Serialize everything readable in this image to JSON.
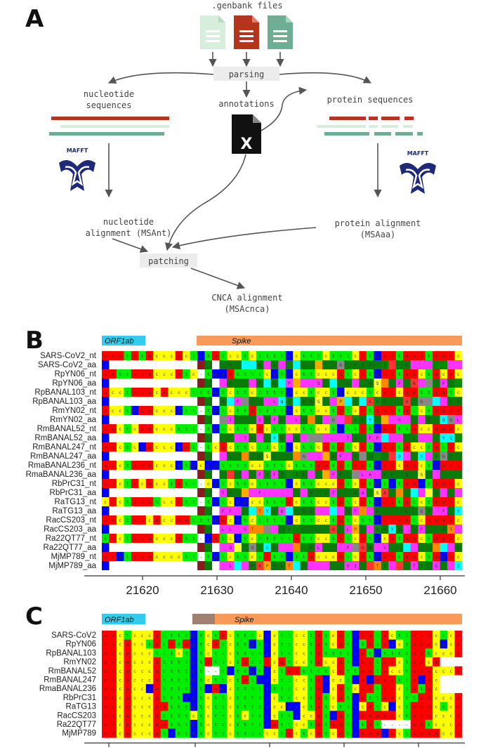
{
  "panels": {
    "a": "A",
    "b": "B",
    "c": "C"
  },
  "panel_a": {
    "genbank_label": ".genbank files",
    "parsing": "parsing",
    "nt_label": [
      "nucleotide",
      "sequences"
    ],
    "annotations": "annotations",
    "protein_label": "protein sequences",
    "mafft": "MAFFT",
    "excel_letter": "X",
    "nt_alignment": [
      "nucleotide",
      "alignment (MSAnt)"
    ],
    "protein_alignment": [
      "protein alignment",
      "(MSAaa)"
    ],
    "patching": "patching",
    "cnca": [
      "CNCA alignment",
      "(MSAcnca)"
    ],
    "colors": {
      "red": "#b5341d",
      "light": "#d8eedd",
      "teal": "#6fae95",
      "gray": "#ececec",
      "arrow": "#555555",
      "mafft": "#1e2a78"
    }
  },
  "panel_b": {
    "genes": [
      {
        "name": "ORF1ab",
        "color": "#33ccee"
      },
      {
        "name": "Spike",
        "color": "#f79a5a"
      }
    ],
    "rows": [
      "SARS-CoV2_nt",
      "SARS-CoV2_aa",
      "RpYN06_nt",
      "RpYN06_aa",
      "RpBANAL103_nt",
      "RpBANAL103_aa",
      "RmYN02_nt",
      "RmYN02_aa",
      "RmBANAL52_nt",
      "RmBANAL52_aa",
      "RmBANAL247_nt",
      "RmBANAL247_aa",
      "RmaBANAL236_nt",
      "RmaBANAL236_aa",
      "RbPrC31_nt",
      "RbPrC31_aa",
      "RaTG13_nt",
      "RaTG13_aa",
      "RacCS203_nt",
      "RacCS203_aa",
      "Ra22QT77_nt",
      "Ra22QT77_aa",
      "MjMP789_nt",
      "MjMP789_aa"
    ],
    "x_ticks": [
      "21620",
      "21630",
      "21640",
      "21650",
      "21660"
    ]
  },
  "panel_c": {
    "genes": [
      {
        "name": "ORF1ab",
        "color": "#33ccee"
      },
      {
        "name": "",
        "color": "#a08070"
      },
      {
        "name": "Spike",
        "color": "#f79a5a"
      }
    ],
    "rows": [
      "SARS-CoV2",
      "RpYN06",
      "RpBANAL103",
      "RmYN02",
      "RmBANAL52",
      "RmBANAL247",
      "RmaBANAL236",
      "RbPrC31",
      "RaTG13",
      "RacCS203",
      "Ra22QT77",
      "MjMP789"
    ]
  },
  "nucleotide_colors": {
    "a": "#ff0000",
    "c": "#ffff00",
    "t": "#00ee00",
    "g": "#0000ff",
    "gap": "#ffffff"
  }
}
